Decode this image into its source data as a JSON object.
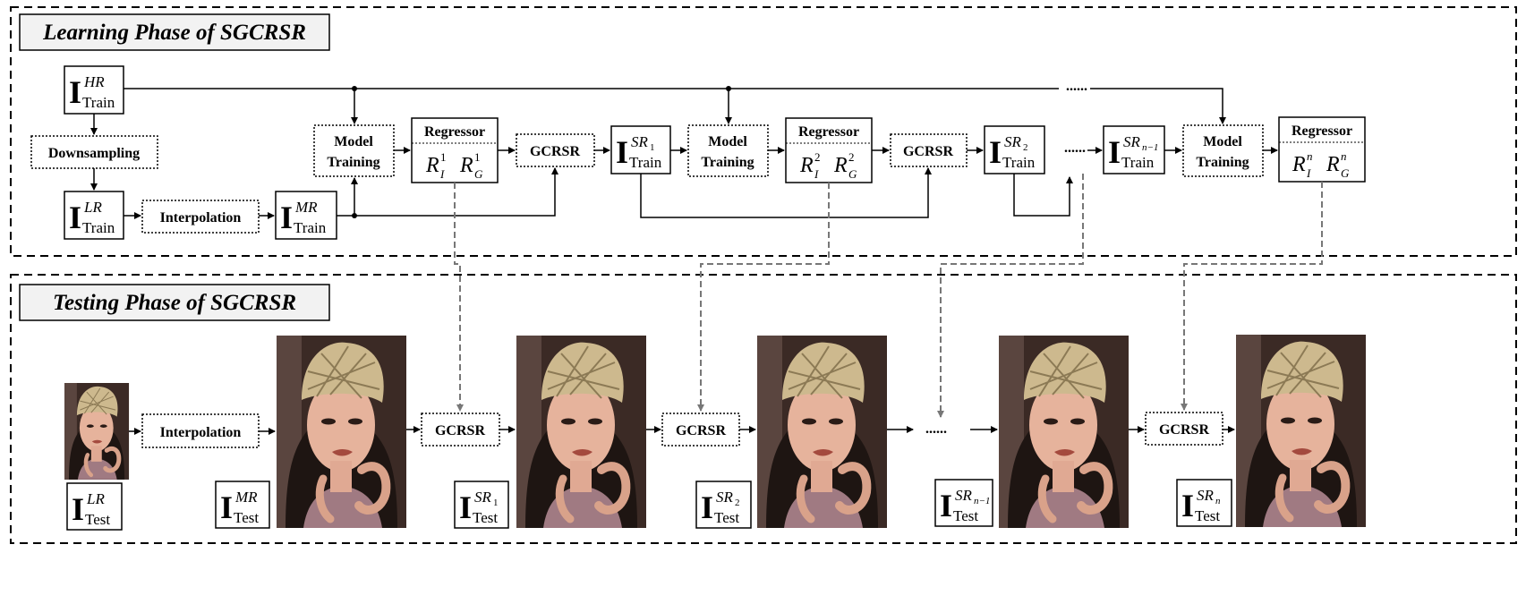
{
  "learning": {
    "title": "Learning Phase of SGCRSR",
    "downsampling": "Downsampling",
    "interpolation": "Interpolation",
    "model_training_line1": "Model",
    "model_training_line2": "Training",
    "regressor": "Regressor",
    "gcrsr": "GCRSR",
    "dots": "......",
    "symbols": {
      "bold_I": "I",
      "train": "Train",
      "hr": "HR",
      "lr": "LR",
      "mr": "MR",
      "sr": "SR",
      "sub1": "1",
      "sub2": "2",
      "subn1": "n−1",
      "R": "R",
      "I_sub": "I",
      "G_sub": "G",
      "sup1": "1",
      "sup2": "2",
      "supn": "n"
    }
  },
  "testing": {
    "title": "Testing Phase of SGCRSR",
    "interpolation": "Interpolation",
    "gcrsr": "GCRSR",
    "dots": "......",
    "symbols": {
      "test": "Test",
      "lr": "LR",
      "mr": "MR",
      "sr": "SR",
      "sub1": "1",
      "sub2": "2",
      "subn1": "n−1",
      "subn": "n"
    }
  },
  "colors": {
    "line": "#000000",
    "dashed_link": "#777777",
    "title_bg": "#f2f2f2",
    "skin": "#e6b39c",
    "hat": "#cdb98e",
    "hair": "#1e1512",
    "background": "#3b2a25",
    "clothing": "#a07a82"
  }
}
